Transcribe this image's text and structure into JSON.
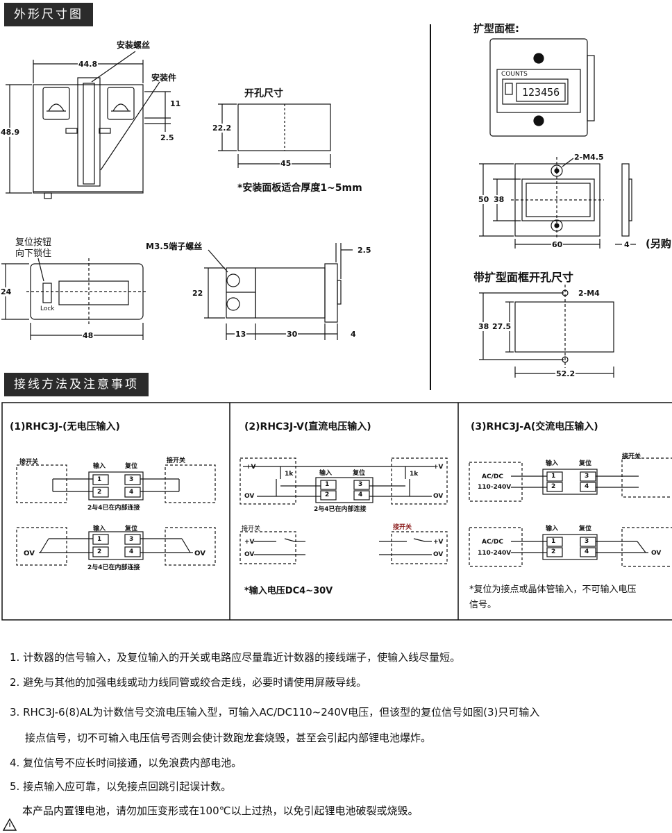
{
  "headers": {
    "dimensions": "外形尺寸图",
    "wiring": "接线方法及注意事项"
  },
  "front_view": {
    "label_screw": "安装螺丝",
    "label_bracket": "安装件",
    "dim_width": "44.8",
    "dim_height": "48.9",
    "dim_11": "11",
    "dim_2_5": "2.5"
  },
  "cutout": {
    "title": "开孔尺寸",
    "dim_h": "22.2",
    "dim_w": "45",
    "note": "*安装面板适合厚度1~5mm"
  },
  "reset_view": {
    "label_line1": "复位按钮",
    "label_line2": "向下锁住",
    "lock": "Lock",
    "dim_h": "24",
    "dim_w": "48"
  },
  "side_view": {
    "label_terminal": "M3.5端子螺丝",
    "dim_h": "22",
    "dim_13": "13",
    "dim_30": "30",
    "dim_4": "4",
    "dim_2_5": "2.5"
  },
  "frame": {
    "title": "扩型面框:",
    "counts_label": "COUNTS",
    "display_value": "123456",
    "hole_label": "2-M4.5",
    "dim_50": "50",
    "dim_38": "38",
    "dim_60": "60",
    "dim_4": "4",
    "side_note": "(另购"
  },
  "frame_cutout": {
    "title": "带扩型面框开孔尺寸",
    "hole_label": "2-M4",
    "dim_38": "38",
    "dim_27_5": "27.5",
    "dim_52_2": "52.2"
  },
  "panels": [
    {
      "title": "(1)RHC3J-(无电压输入)",
      "switch_label": "接开关",
      "input_label": "输入",
      "reset_label": "复位",
      "internal_note": "2与4已在内部连接",
      "ov": "OV"
    },
    {
      "title": "(2)RHC3J-V(直流电压输入)",
      "input_label": "输入",
      "reset_label": "复位",
      "plus_v": "+V",
      "ov": "OV",
      "r1k": "1k",
      "internal_note": "2与4已在内部连接",
      "switch_label": "接开关",
      "note": "*输入电压DC4~30V"
    },
    {
      "title": "(3)RHC3J-A(交流电压输入)",
      "input_label": "输入",
      "reset_label": "复位",
      "switch_label": "接开关",
      "acdc": "AC/DC",
      "volt": "110-240V",
      "ov": "OV",
      "note_line1": "*复位为接点或晶体管输入，不可输入电压",
      "note_line2": "信号。"
    }
  ],
  "terminals": [
    "1",
    "2",
    "3",
    "4"
  ],
  "rules": [
    "1. 计数器的信号输入，及复位输入的开关或电路应尽量靠近计数器的接线端子，使输入线尽量短。",
    "2. 避免与其他的加强电线或动力线同管或绞合走线，必要时请使用屏蔽导线。",
    "3. RHC3J-6(8)AL为计数信号交流电压输入型，可输入AC/DC110~240V电压，但该型的复位信号如图(3)只可输入",
    "接点信号，切不可输入电压信号否则会使计数跑龙套烧毁，甚至会引起内部锂电池爆炸。",
    "4. 复位信号不应长时间接通，以免浪费内部电池。",
    "5. 接点输入应可靠，以免接点回跳引起误计数。",
    "本产品内置锂电池，请勿加压变形或在100℃以上过热，以免引起锂电池破裂或烧毁。"
  ],
  "icons": {
    "warning": "warning-triangle-icon"
  }
}
